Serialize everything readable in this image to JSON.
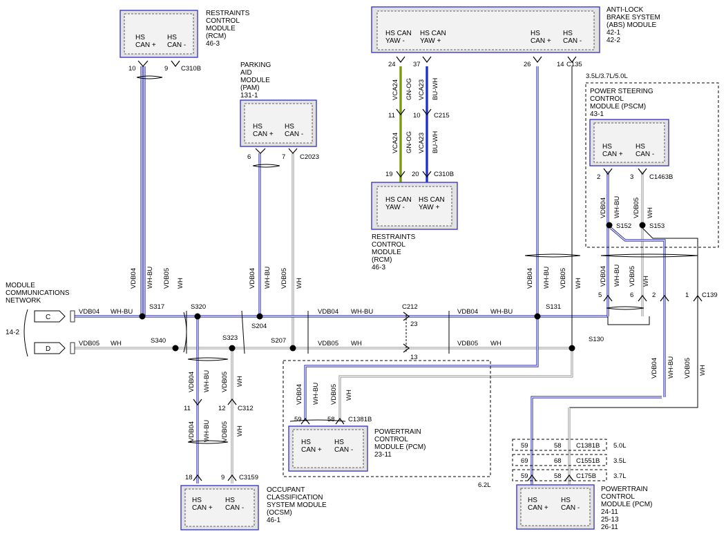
{
  "modules": {
    "rcm_top": {
      "title_lines": [
        "RESTRAINTS",
        "CONTROL",
        "MODULE",
        "(RCM)",
        "46-3"
      ],
      "pin_a": [
        "HS",
        "CAN +"
      ],
      "pin_b": [
        "HS",
        "CAN -"
      ]
    },
    "pam": {
      "title_lines": [
        "PARKING",
        "AID",
        "MODULE",
        "(PAM)",
        "131-1"
      ],
      "pin_a": [
        "HS",
        "CAN +"
      ],
      "pin_b": [
        "HS",
        "CAN -"
      ]
    },
    "abs": {
      "title_lines": [
        "ANTI-LOCK",
        "BRAKE SYSTEM",
        "(ABS) MODULE",
        "42-1",
        "42-2"
      ],
      "pins": [
        [
          "HS CAN",
          "YAW -"
        ],
        [
          "HS CAN",
          "YAW +"
        ],
        [
          "HS",
          "CAN +"
        ],
        [
          "HS",
          "CAN -"
        ]
      ]
    },
    "rcm_mid": {
      "title_lines": [
        "RESTRAINTS",
        "CONTROL",
        "MODULE",
        "(RCM)",
        "46-3"
      ],
      "pin_a": [
        "HS CAN",
        "YAW -"
      ],
      "pin_b": [
        "HS CAN",
        "YAW +"
      ]
    },
    "pscm": {
      "title_lines": [
        "POWER STEERING",
        "CONTROL",
        "MODULE (PSCM)",
        "43-1"
      ],
      "pin_a": [
        "HS",
        "CAN +"
      ],
      "pin_b": [
        "HS",
        "CAN -"
      ]
    },
    "pcm_62": {
      "title_lines": [
        "POWERTRAIN",
        "CONTROL",
        "MODULE (PCM)",
        "23-11"
      ],
      "pin_a": [
        "HS",
        "CAN +"
      ],
      "pin_b": [
        "HS",
        "CAN -"
      ]
    },
    "ocsm": {
      "title_lines": [
        "OCCUPANT",
        "CLASSIFICATION",
        "SYSTEM MODULE",
        "(OCSM)",
        "46-1"
      ],
      "pin_a": [
        "HS",
        "CAN +"
      ],
      "pin_b": [
        "HS",
        "CAN -"
      ]
    },
    "pcm_br": {
      "title_lines": [
        "POWERTRAIN",
        "CONTROL",
        "MODULE (PCM)",
        "24-11",
        "25-13",
        "26-11"
      ],
      "pin_a": [
        "HS",
        "CAN +"
      ],
      "pin_b": [
        "HS",
        "CAN -"
      ]
    }
  },
  "network": {
    "title_lines": [
      "MODULE",
      "COMMUNICATIONS",
      "NETWORK"
    ],
    "ref": "14-2",
    "c_label": "C",
    "d_label": "D"
  },
  "splices": {
    "s317": "S317",
    "s320": "S320",
    "s323": "S323",
    "s204": "S204",
    "s207": "S207",
    "s340": "S340",
    "s131": "S131",
    "s130": "S130",
    "s152": "S152",
    "s153": "S153"
  },
  "connectors": {
    "c310b_top": "C310B",
    "c2023": "C2023",
    "c135": "C135",
    "c215": "C215",
    "c310b_mid": "C310B",
    "c1463b": "C1463B",
    "c212": "C212",
    "c139": "C139",
    "c312": "C312",
    "c3159": "C3159",
    "c1381b_62": "C1381B",
    "c1381b": "C1381B",
    "c1551b": "C1551B",
    "c175b": "C175B"
  },
  "pins": {
    "rcm_a": "10",
    "rcm_b": "9",
    "pam_a": "6",
    "pam_b": "7",
    "abs_1": "24",
    "abs_2": "37",
    "abs_3": "26",
    "abs_4": "14",
    "c215_a": "11",
    "c215_b": "10",
    "c310b_a": "19",
    "c310b_b": "20",
    "pscm_a": "2",
    "pscm_b": "3",
    "c139_1": "5",
    "c139_2": "6",
    "c139_3": "2",
    "c139_4": "1",
    "c212_a": "23",
    "c212_b": "13",
    "c312_a": "11",
    "c312_b": "12",
    "ocsm_a": "18",
    "ocsm_b": "9",
    "pcm62_a": "59",
    "pcm62_b": "58",
    "pcm_r1_a": "59",
    "pcm_r1_b": "58",
    "pcm_r2_a": "69",
    "pcm_r2_b": "68",
    "pcm_r3_a": "59",
    "pcm_r3_b": "58"
  },
  "wires": {
    "vdb04": "VDB04",
    "whbu": "WH-BU",
    "vdb05": "VDB05",
    "wh": "WH",
    "vca24": "VCA24",
    "gnog": "GN-OG",
    "vca23": "VCA23",
    "buwh": "BU-WH"
  },
  "engine_labels": {
    "e35_37_50": "3.5L/3.7L/5.0L",
    "e62": "6.2L",
    "e50": "5.0L",
    "e35": "3.5L",
    "e37": "3.7L"
  }
}
